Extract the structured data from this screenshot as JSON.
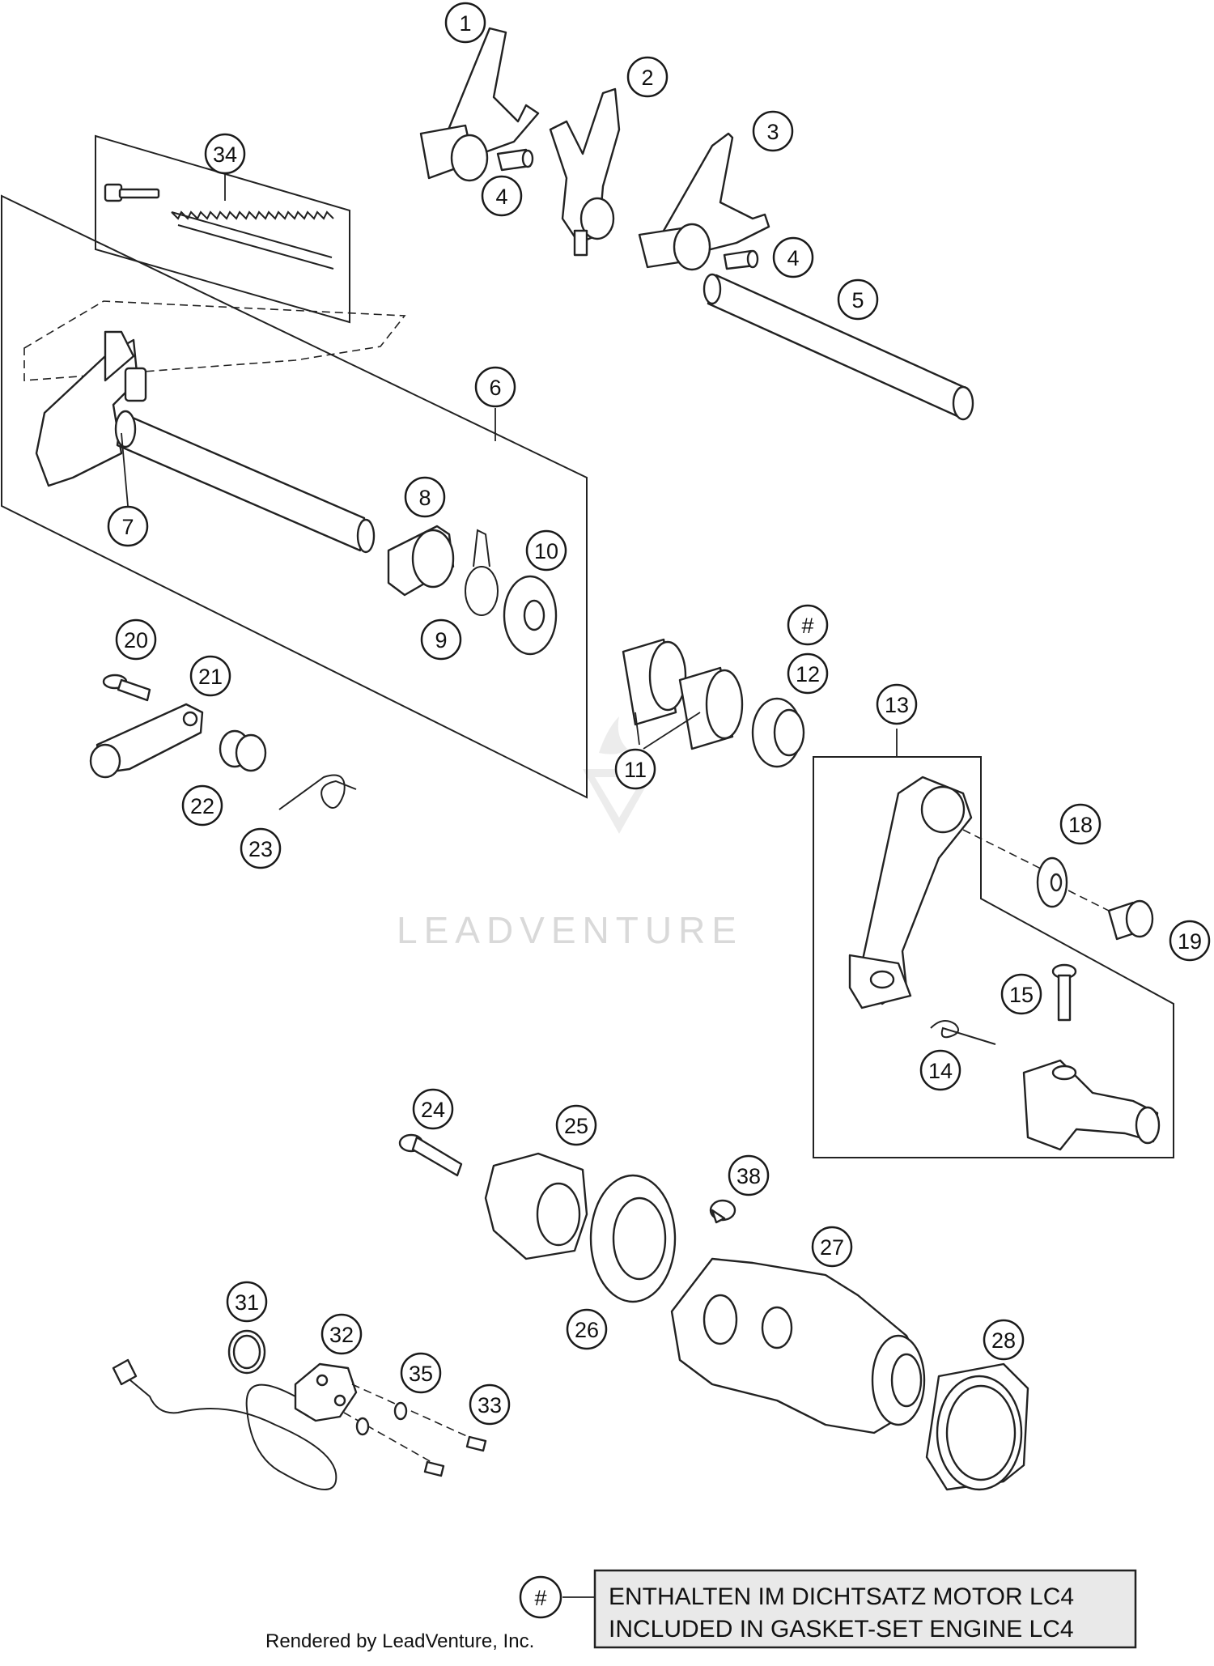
{
  "callouts": [
    {
      "label": "1"
    },
    {
      "label": "2"
    },
    {
      "label": "3"
    },
    {
      "label": "4"
    },
    {
      "label": "4"
    },
    {
      "label": "5"
    },
    {
      "label": "34"
    },
    {
      "label": "6"
    },
    {
      "label": "7"
    },
    {
      "label": "8"
    },
    {
      "label": "9"
    },
    {
      "label": "10"
    },
    {
      "label": "20"
    },
    {
      "label": "21"
    },
    {
      "label": "22"
    },
    {
      "label": "23"
    },
    {
      "label": "#"
    },
    {
      "label": "12"
    },
    {
      "label": "11"
    },
    {
      "label": "13"
    },
    {
      "label": "18"
    },
    {
      "label": "19"
    },
    {
      "label": "15"
    },
    {
      "label": "14"
    },
    {
      "label": "24"
    },
    {
      "label": "25"
    },
    {
      "label": "38"
    },
    {
      "label": "27"
    },
    {
      "label": "26"
    },
    {
      "label": "31"
    },
    {
      "label": "32"
    },
    {
      "label": "35"
    },
    {
      "label": "33"
    },
    {
      "label": "28"
    }
  ],
  "note": {
    "symbol": "#",
    "line1": "ENTHALTEN IM DICHTSATZ MOTOR LC4",
    "line2": "INCLUDED IN GASKET-SET ENGINE LC4"
  },
  "credit": "Rendered by LeadVenture, Inc.",
  "watermark": "LEADVENTURE"
}
